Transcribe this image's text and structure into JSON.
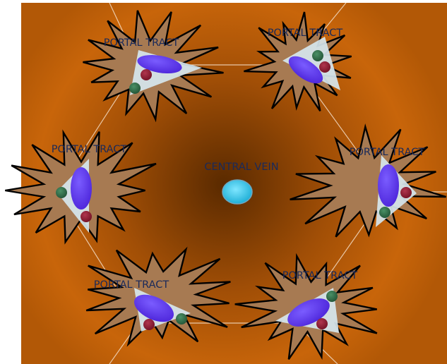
{
  "diagram": {
    "central_label": "CENTRAL VEIN",
    "portal_labels": [
      "PORTAL TRACT",
      "PORTAL TRACT",
      "PORTAL TRACT",
      "PORTAL TRACT",
      "PORTAL TRACT",
      "PORTAL TRACT"
    ],
    "colors": {
      "background_outer": "#c8650a",
      "background_center": "#5a2a00",
      "hexagon_lines": "#f3dcc4",
      "portal_star_fill": "#a77a52",
      "portal_star_stroke": "#000000",
      "triangle_fill": "#d6e6ee",
      "portal_vein": "#5a34e8",
      "hepatic_artery": "#8a1a30",
      "bile_duct": "#2f6b45",
      "central_vein": "#22c8ec",
      "label_text": "#1a2a5a"
    }
  }
}
